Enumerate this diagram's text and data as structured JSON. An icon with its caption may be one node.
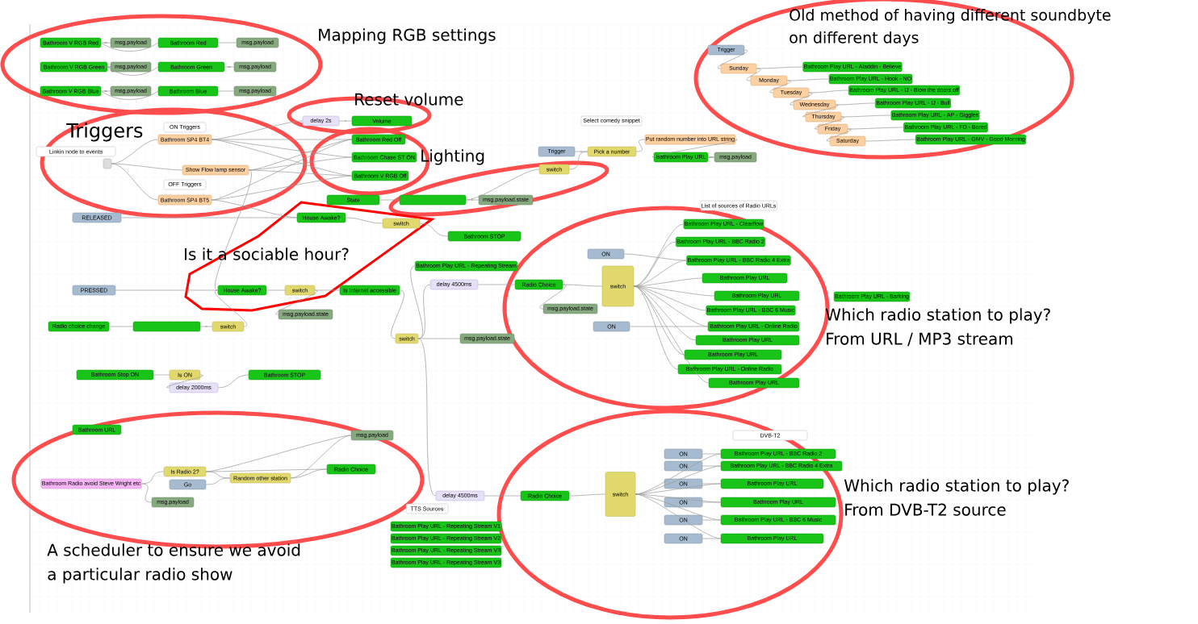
{
  "diagram": {
    "nodes": [
      {
        "text": [
          "Mapping RGB settings"
        ]
      },
      {
        "text": [
          "Reset volume"
        ]
      },
      {
        "text": [
          "Triggers"
        ]
      },
      {
        "text": [
          "Lighting"
        ]
      },
      {
        "text": [],
        "shape": "ellipse"
      },
      {
        "text": [
          "Is it a sociable hour?"
        ]
      },
      {
        "text": [
          "Old method of having different soundbyte",
          "on different days"
        ]
      },
      {
        "text": [
          "Which radio station to play?",
          "From URL / MP3 stream"
        ]
      },
      {
        "text": [
          "Which radio station to play?",
          "From DVB-T2 source"
        ]
      },
      {
        "text": [
          "A scheduler to ensure we avoid",
          "a particular radio show"
        ]
      },
      {
        "text": [
          "Bathroom V RGB Red"
        ],
        "in": 0
      },
      {
        "text": [
          "msg.payload"
        ],
        "in": 0
      },
      {
        "text": [
          "Bathroom Red"
        ],
        "in": 0
      },
      {
        "text": [
          "msg.payload"
        ],
        "in": 0
      },
      {
        "text": [
          "Bathroom V RGB Green"
        ],
        "in": 0
      },
      {
        "text": [
          "msg.payload"
        ],
        "in": 0
      },
      {
        "text": [
          "Bathroom Green"
        ],
        "in": 0
      },
      {
        "text": [
          "msg.payload"
        ],
        "in": 0
      },
      {
        "text": [
          "Bathroom V RGB Blue"
        ],
        "in": 0
      },
      {
        "text": [
          "msg.payload"
        ],
        "in": 0
      },
      {
        "text": [
          "Bathroom Blue"
        ],
        "in": 0
      },
      {
        "text": [
          "msg.payload"
        ],
        "in": 0
      },
      {
        "text": [
          "ON Triggers"
        ],
        "in": 2
      },
      {
        "text": [
          "Bathroom SP4 BT4"
        ],
        "in": 2
      },
      {
        "text": [
          "Linkin node to events"
        ]
      },
      {
        "text": [],
        "shape": "box",
        "in": 2
      },
      {
        "text": [
          "Show Flow lamp sensor"
        ],
        "in": 2
      },
      {
        "text": [
          "OFF Triggers"
        ],
        "in": 2
      },
      {
        "text": [
          "Bathroom SP4 BT5"
        ],
        "in": 2
      },
      {
        "text": [
          "delay 2s"
        ],
        "in": 1
      },
      {
        "text": [
          "Volume"
        ],
        "in": 1
      },
      {
        "text": [
          "Bathroom Red Off"
        ],
        "in": 3
      },
      {
        "text": [
          "Bathroom Chase ST ON"
        ],
        "in": 3
      },
      {
        "text": [
          "Bathroom V RGB Off"
        ],
        "in": 3
      },
      {
        "text": [
          "State"
        ]
      },
      {
        "text": [],
        "shape": "box",
        "in": 4
      },
      {
        "text": [
          "msg.payload.state"
        ],
        "in": 4
      },
      {
        "text": [
          "switch"
        ],
        "in": 4
      },
      {
        "text": [
          "RELEASED"
        ]
      },
      {
        "text": [
          "House Awake?"
        ],
        "in": 5
      },
      {
        "text": [
          "switch"
        ],
        "in": 5
      },
      {
        "text": [
          "Bathroom STOP"
        ]
      },
      {
        "text": [
          "PRESSED"
        ]
      },
      {
        "text": [
          "House Awake?"
        ],
        "in": 5
      },
      {
        "text": [
          "switch"
        ],
        "in": 5
      },
      {
        "text": [
          "Is Internet accessible"
        ]
      },
      {
        "text": [
          "msg.payload.state"
        ]
      },
      {
        "text": [
          "Select comedy snippet"
        ]
      },
      {
        "text": [
          "Trigger"
        ]
      },
      {
        "text": [
          "Pick a number"
        ]
      },
      {
        "text": [
          "Put random number into URL string"
        ]
      },
      {
        "text": [
          "Bathroom Play URL"
        ]
      },
      {
        "text": [
          "msg.payload"
        ]
      },
      {
        "text": [
          "Trigger"
        ],
        "in": 6
      },
      {
        "text": [
          "Sunday"
        ],
        "in": 6
      },
      {
        "text": [
          "Monday"
        ],
        "in": 6
      },
      {
        "text": [
          "Tuesday"
        ],
        "in": 6
      },
      {
        "text": [
          "Wednesday"
        ],
        "in": 6
      },
      {
        "text": [
          "Thursday"
        ],
        "in": 6
      },
      {
        "text": [
          "Friday"
        ],
        "in": 6
      },
      {
        "text": [
          "Saturday"
        ],
        "in": 6
      },
      {
        "text": [
          "Bathroom Play URL - Aladdin - Believe"
        ],
        "in": 6
      },
      {
        "text": [
          "Bathroom Play URL - Hook - NO"
        ],
        "in": 6
      },
      {
        "text": [
          "Bathroom Play URL - IJ - Blow the doors off"
        ],
        "in": 6
      },
      {
        "text": [
          "Bathroom Play URL - IJ - Bull"
        ],
        "in": 6
      },
      {
        "text": [
          "Bathroom Play URL - AP - Giggles"
        ],
        "in": 6
      },
      {
        "text": [
          "Bathroom Play URL - FD - Bored"
        ],
        "in": 6
      },
      {
        "text": [
          "Bathroom Play URL - GMV - Good Morning"
        ],
        "in": 6
      },
      {
        "text": [
          "Bathroom Play URL - Repeating Stream"
        ]
      },
      {
        "text": [
          "delay 4500ms"
        ]
      },
      {
        "text": [
          "Radio Choice"
        ],
        "in": 7
      },
      {
        "text": [
          "switch"
        ],
        "in": 7
      },
      {
        "text": [
          "ON"
        ],
        "in": 7
      },
      {
        "text": [
          "msg.payload.state"
        ],
        "in": 7
      },
      {
        "text": [
          "List of sources of Radio URLs"
        ],
        "in": 7
      },
      {
        "text": [
          "Bathroom Play URL - Clearflow"
        ],
        "in": 7
      },
      {
        "text": [
          "Bathroom Play URL - BBC Radio 2"
        ],
        "in": 7
      },
      {
        "text": [
          "Bathroom Play URL - BBC Radio 4 Extra"
        ],
        "in": 7
      },
      {
        "text": [
          "Bathroom Play URL"
        ],
        "in": 7
      },
      {
        "text": [
          "Bathroom Play URL"
        ],
        "in": 7
      },
      {
        "text": [
          "Bathroom Play URL - BBC 6 Music"
        ],
        "in": 7
      },
      {
        "text": [
          "ON"
        ],
        "in": 7
      },
      {
        "text": [
          "Bathroom Play URL - Online Radio"
        ],
        "in": 7
      },
      {
        "text": [
          "Bathroom Play URL"
        ],
        "in": 7
      },
      {
        "text": [
          "Bathroom Play URL"
        ],
        "in": 7
      },
      {
        "text": [
          "Bathroom Play URL - Online Radio"
        ],
        "in": 7
      },
      {
        "text": [
          "Bathroom Play URL"
        ],
        "in": 7
      },
      {
        "text": [
          "Bathroom Play URL - Barking"
        ]
      },
      {
        "text": [
          "Radio choice change"
        ]
      },
      {
        "text": [],
        "shape": "box"
      },
      {
        "text": [
          "switch"
        ]
      },
      {
        "text": [
          "Bathroom Stop ON"
        ]
      },
      {
        "text": [
          "Is ON"
        ]
      },
      {
        "text": [
          "delay 2000ms"
        ]
      },
      {
        "text": [
          "Bathroom STOP"
        ]
      },
      {
        "text": [
          "Bathroom URL"
        ],
        "in": 9
      },
      {
        "text": [
          "msg.payload"
        ]
      },
      {
        "text": [
          "Bathroom Radio avoid Steve Wright etc"
        ],
        "in": 9
      },
      {
        "text": [
          "Is Radio 2?"
        ],
        "in": 9
      },
      {
        "text": [
          "Go"
        ],
        "in": 9
      },
      {
        "text": [
          "Random other station"
        ],
        "in": 9
      },
      {
        "text": [
          "Radio Choice"
        ],
        "in": 9
      },
      {
        "text": [
          "msg.payload"
        ],
        "in": 9
      },
      {
        "text": [
          "switch"
        ]
      },
      {
        "text": [
          "msg.payload.state"
        ]
      },
      {
        "text": [
          "delay 4500ms"
        ]
      },
      {
        "text": [
          "TTS Sources"
        ]
      },
      {
        "text": [
          "Bathroom Play URL - Repeating Stream V1"
        ]
      },
      {
        "text": [
          "Bathroom Play URL - Repeating Stream V2"
        ]
      },
      {
        "text": [
          "Bathroom Play URL - Repeating Stream V3"
        ]
      },
      {
        "text": [
          "Bathroom Play URL - Repeating Stream V3"
        ]
      },
      {
        "text": [
          "Radio Choice"
        ],
        "in": 8
      },
      {
        "text": [
          "switch"
        ],
        "in": 8
      },
      {
        "text": [
          "DVB-T2"
        ],
        "in": 8
      },
      {
        "text": [
          "ON"
        ],
        "in": 8
      },
      {
        "text": [
          "ON"
        ],
        "in": 8
      },
      {
        "text": [
          "ON"
        ],
        "in": 8
      },
      {
        "text": [
          "ON"
        ],
        "in": 8
      },
      {
        "text": [
          "ON"
        ],
        "in": 8
      },
      {
        "text": [
          "ON"
        ],
        "in": 8
      },
      {
        "text": [
          "Bathroom Play URL - BBC Radio 2"
        ],
        "in": 8
      },
      {
        "text": [
          "Bathroom Play URL - BBC Radio 4 Extra"
        ],
        "in": 8
      },
      {
        "text": [
          "Bathroom Play URL"
        ],
        "in": 8
      },
      {
        "text": [
          "Bathroom Play URL"
        ],
        "in": 8
      },
      {
        "text": [
          "Bathroom Play URL - BBC 6 Music"
        ],
        "in": 8
      },
      {
        "text": [
          "Bathroom Play URL"
        ],
        "in": 8
      }
    ],
    "edges": [
      {
        "from": 10,
        "to": 11,
        "arrow": "none"
      },
      {
        "from": 10,
        "to": 12,
        "arrow": "none"
      },
      {
        "from": 12,
        "to": 13,
        "arrow": "none"
      },
      {
        "from": 14,
        "to": 15,
        "arrow": "none"
      },
      {
        "from": 14,
        "to": 16,
        "arrow": "none"
      },
      {
        "from": 16,
        "to": 17,
        "arrow": "none"
      },
      {
        "from": 18,
        "to": 19,
        "arrow": "none"
      },
      {
        "from": 18,
        "to": 20,
        "arrow": "none"
      },
      {
        "from": 20,
        "to": 21,
        "arrow": "none"
      },
      {
        "from": 25,
        "to": 23,
        "arrow": "none"
      },
      {
        "from": 25,
        "to": 26,
        "arrow": "none"
      },
      {
        "from": 25,
        "to": 28,
        "arrow": "none"
      },
      {
        "from": 23,
        "to": 29,
        "arrow": "none"
      },
      {
        "from": 23,
        "to": 31,
        "arrow": "none"
      },
      {
        "from": 23,
        "to": 32,
        "arrow": "none"
      },
      {
        "from": 23,
        "to": 33,
        "arrow": "none"
      },
      {
        "from": 26,
        "to": 31,
        "arrow": "none"
      },
      {
        "from": 26,
        "to": 32,
        "arrow": "none"
      },
      {
        "from": 26,
        "to": 33,
        "arrow": "none"
      },
      {
        "from": 28,
        "to": 31,
        "arrow": "none"
      },
      {
        "from": 28,
        "to": 33,
        "arrow": "none"
      },
      {
        "from": 29,
        "to": 30,
        "arrow": "none"
      },
      {
        "from": 28,
        "to": 39,
        "arrow": "none"
      },
      {
        "from": 26,
        "to": 43,
        "arrow": "none"
      },
      {
        "from": 38,
        "to": 39,
        "arrow": "none"
      },
      {
        "from": 39,
        "to": 40,
        "arrow": "none"
      },
      {
        "from": 40,
        "to": 41,
        "arrow": "none"
      },
      {
        "from": 42,
        "to": 43,
        "arrow": "none"
      },
      {
        "from": 43,
        "to": 44,
        "arrow": "none"
      },
      {
        "from": 44,
        "to": 45,
        "arrow": "none"
      },
      {
        "from": 44,
        "to": 46,
        "arrow": "none"
      },
      {
        "from": 34,
        "to": 35,
        "arrow": "none"
      },
      {
        "from": 35,
        "to": 36,
        "arrow": "none"
      },
      {
        "from": 35,
        "to": 37,
        "arrow": "none"
      },
      {
        "from": 37,
        "to": 49,
        "arrow": "none"
      },
      {
        "from": 48,
        "to": 49,
        "arrow": "none"
      },
      {
        "from": 49,
        "to": 50,
        "arrow": "none"
      },
      {
        "from": 50,
        "to": 51,
        "arrow": "none"
      },
      {
        "from": 51,
        "to": 52,
        "arrow": "none"
      },
      {
        "from": 53,
        "to": 54,
        "arrow": "none"
      },
      {
        "from": 54,
        "to": 55,
        "arrow": "none"
      },
      {
        "from": 55,
        "to": 56,
        "arrow": "none"
      },
      {
        "from": 56,
        "to": 57,
        "arrow": "none"
      },
      {
        "from": 57,
        "to": 58,
        "arrow": "none"
      },
      {
        "from": 58,
        "to": 59,
        "arrow": "none"
      },
      {
        "from": 59,
        "to": 60,
        "arrow": "none"
      },
      {
        "from": 54,
        "to": 61,
        "arrow": "none"
      },
      {
        "from": 55,
        "to": 62,
        "arrow": "none"
      },
      {
        "from": 56,
        "to": 63,
        "arrow": "none"
      },
      {
        "from": 57,
        "to": 64,
        "arrow": "none"
      },
      {
        "from": 58,
        "to": 65,
        "arrow": "none"
      },
      {
        "from": 59,
        "to": 66,
        "arrow": "none"
      },
      {
        "from": 60,
        "to": 67,
        "arrow": "none"
      },
      {
        "from": 45,
        "to": 103,
        "arrow": "none"
      },
      {
        "from": 103,
        "to": 104,
        "arrow": "none"
      },
      {
        "from": 103,
        "to": 68,
        "arrow": "none"
      },
      {
        "from": 103,
        "to": 69,
        "arrow": "none"
      },
      {
        "from": 103,
        "to": 105,
        "arrow": "none"
      },
      {
        "from": 69,
        "to": 70,
        "arrow": "none"
      },
      {
        "from": 70,
        "to": 71,
        "arrow": "none"
      },
      {
        "from": 70,
        "to": 73,
        "arrow": "none"
      },
      {
        "from": 71,
        "to": 75,
        "arrow": "none"
      },
      {
        "from": 71,
        "to": 76,
        "arrow": "none"
      },
      {
        "from": 71,
        "to": 77,
        "arrow": "none"
      },
      {
        "from": 71,
        "to": 78,
        "arrow": "none"
      },
      {
        "from": 71,
        "to": 79,
        "arrow": "none"
      },
      {
        "from": 71,
        "to": 80,
        "arrow": "none"
      },
      {
        "from": 71,
        "to": 82,
        "arrow": "none"
      },
      {
        "from": 71,
        "to": 83,
        "arrow": "none"
      },
      {
        "from": 71,
        "to": 84,
        "arrow": "none"
      },
      {
        "from": 71,
        "to": 85,
        "arrow": "none"
      },
      {
        "from": 71,
        "to": 86,
        "arrow": "none"
      },
      {
        "from": 72,
        "to": 77,
        "arrow": "none"
      },
      {
        "from": 81,
        "to": 82,
        "arrow": "none"
      },
      {
        "from": 88,
        "to": 89,
        "arrow": "none"
      },
      {
        "from": 89,
        "to": 90,
        "arrow": "none"
      },
      {
        "from": 90,
        "to": 43,
        "arrow": "none"
      },
      {
        "from": 91,
        "to": 92,
        "arrow": "none"
      },
      {
        "from": 92,
        "to": 93,
        "arrow": "none"
      },
      {
        "from": 93,
        "to": 94,
        "arrow": "none"
      },
      {
        "from": 97,
        "to": 98,
        "arrow": "none"
      },
      {
        "from": 97,
        "to": 102,
        "arrow": "none"
      },
      {
        "from": 98,
        "to": 101,
        "arrow": "none"
      },
      {
        "from": 98,
        "to": 100,
        "arrow": "none"
      },
      {
        "from": 99,
        "to": 100,
        "arrow": "none"
      },
      {
        "from": 100,
        "to": 101,
        "arrow": "none"
      },
      {
        "from": 100,
        "to": 96,
        "arrow": "none"
      },
      {
        "from": 98,
        "to": 96,
        "arrow": "none"
      },
      {
        "from": 105,
        "to": 111,
        "arrow": "none"
      },
      {
        "from": 111,
        "to": 112,
        "arrow": "none"
      },
      {
        "from": 112,
        "to": 120,
        "arrow": "none"
      },
      {
        "from": 112,
        "to": 121,
        "arrow": "none"
      },
      {
        "from": 112,
        "to": 122,
        "arrow": "none"
      },
      {
        "from": 112,
        "to": 123,
        "arrow": "none"
      },
      {
        "from": 112,
        "to": 124,
        "arrow": "none"
      },
      {
        "from": 112,
        "to": 125,
        "arrow": "none"
      },
      {
        "from": 114,
        "to": 120,
        "arrow": "none"
      },
      {
        "from": 115,
        "to": 121,
        "arrow": "none"
      },
      {
        "from": 116,
        "to": 122,
        "arrow": "none"
      },
      {
        "from": 117,
        "to": 123,
        "arrow": "none"
      },
      {
        "from": 118,
        "to": 124,
        "arrow": "none"
      },
      {
        "from": 119,
        "to": 125,
        "arrow": "none"
      }
    ]
  }
}
